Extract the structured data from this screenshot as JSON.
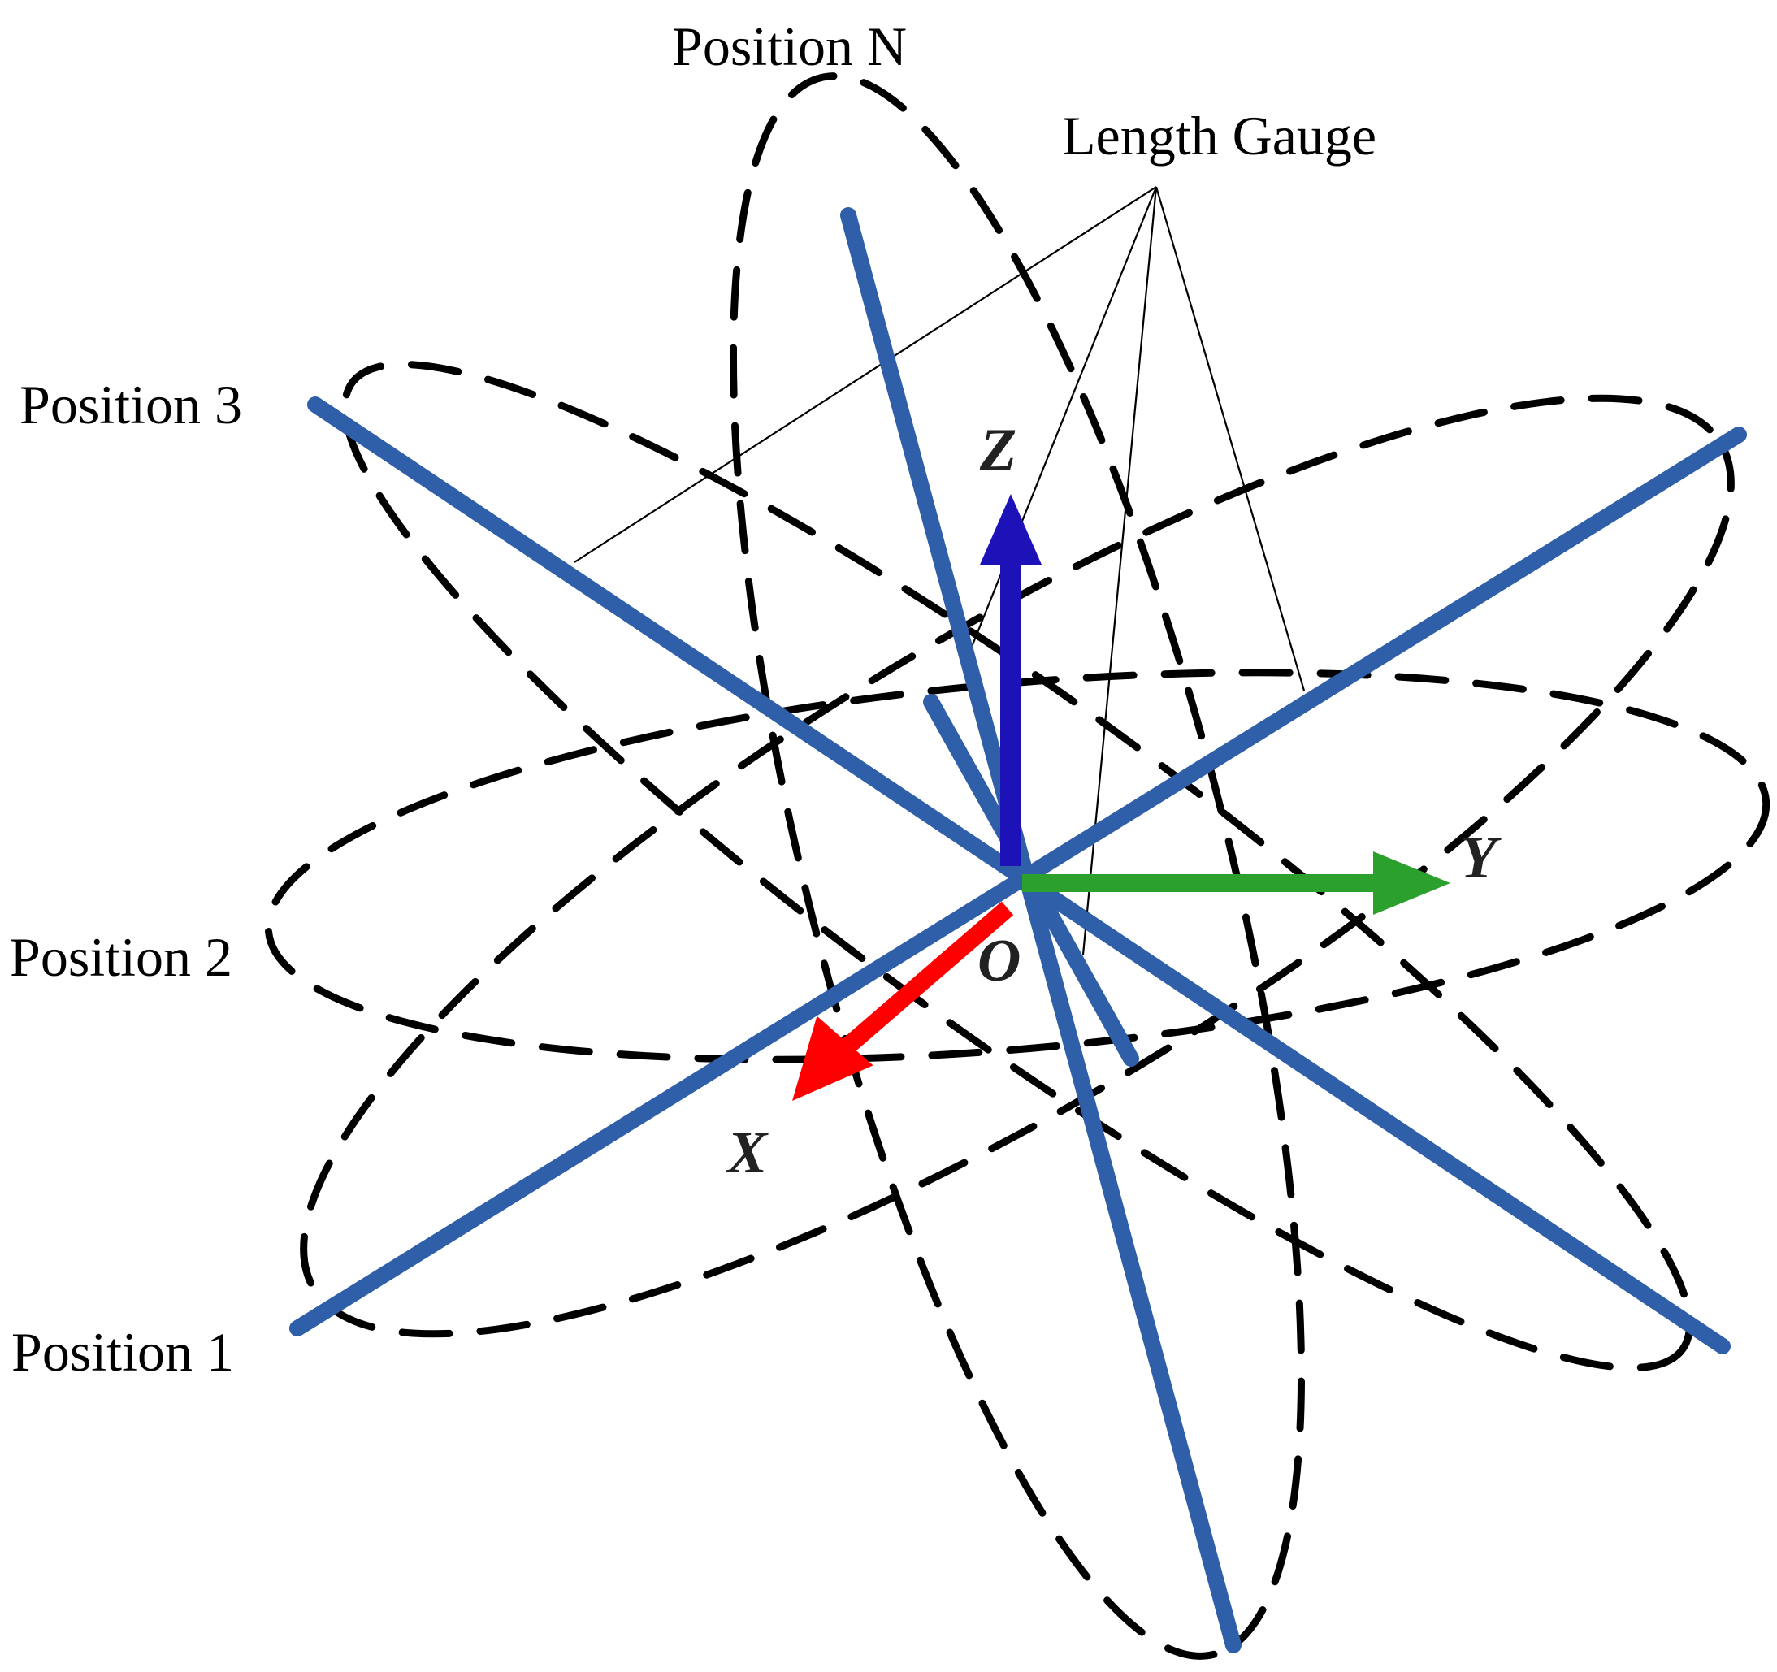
{
  "labels": {
    "position_n": "Position N",
    "length_gauge": "Length Gauge",
    "position_3": "Position 3",
    "position_2": "Position 2",
    "position_1": "Position 1"
  },
  "axes": {
    "x": {
      "label": "X",
      "color": "#ff0000"
    },
    "y": {
      "label": "Y",
      "color": "#2ca02c"
    },
    "z": {
      "label": "Z",
      "color": "#1c12b8"
    },
    "origin": "O"
  },
  "colors": {
    "gauge": "#2e5fa8",
    "ellipse": "#000000",
    "leader": "#000000"
  }
}
